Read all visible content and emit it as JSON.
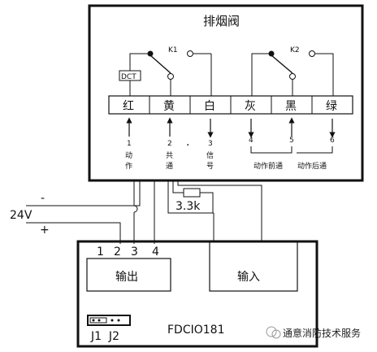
{
  "valve": {
    "title": "排烟阀",
    "k1": "K1",
    "k2": "K2",
    "dct": "DCT",
    "terminals": [
      "红",
      "黄",
      "白",
      "灰",
      "黑",
      "绿"
    ],
    "pins": [
      "1",
      "2",
      "3",
      "4",
      "5",
      "6"
    ],
    "desc1": [
      "动",
      "作"
    ],
    "desc2": [
      "共",
      "通"
    ],
    "desc3": [
      "信",
      "号"
    ],
    "group1": "动作前通",
    "group2": "动作后通",
    "dot": "·"
  },
  "supply": {
    "voltage": "24V",
    "minus": "-",
    "plus": "+"
  },
  "resistor": {
    "value": "3.3k"
  },
  "module": {
    "name": "FDCIO181",
    "out_pins": [
      "1",
      "2",
      "3",
      "4"
    ],
    "output": "输出",
    "input": "输入",
    "jumpers": "J1  J2"
  },
  "watermark": "通意消防技术服务"
}
